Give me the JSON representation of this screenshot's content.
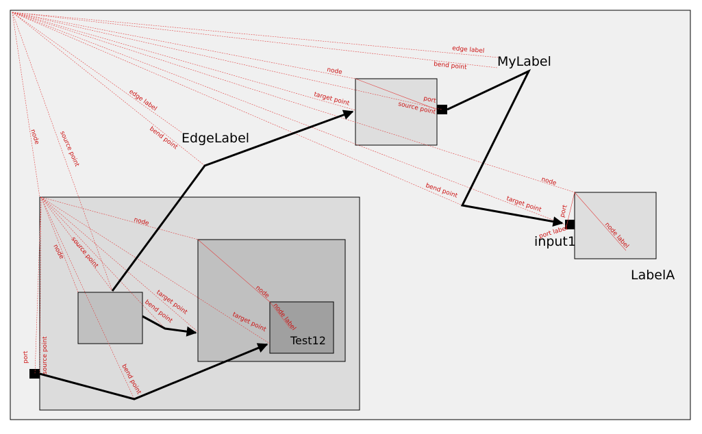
{
  "labels": {
    "edge_label": "EdgeLabel",
    "my_label": "MyLabel",
    "input1": "input1",
    "label_a": "LabelA",
    "test12": "Test12"
  },
  "annotations": {
    "edge_label": "edge label",
    "bend_point": "bend point",
    "node": "node",
    "port": "port",
    "source_point": "source point",
    "target_point": "target point",
    "port_label": "port label",
    "node_label": "node label"
  },
  "colors": {
    "canvas": "#f0f0f0",
    "node_outer": "#dcdcdc",
    "node_light": "#dedede",
    "node_mid": "#c0c0c0",
    "node_dark": "#a0a0a0",
    "annotation": "#e04040"
  }
}
